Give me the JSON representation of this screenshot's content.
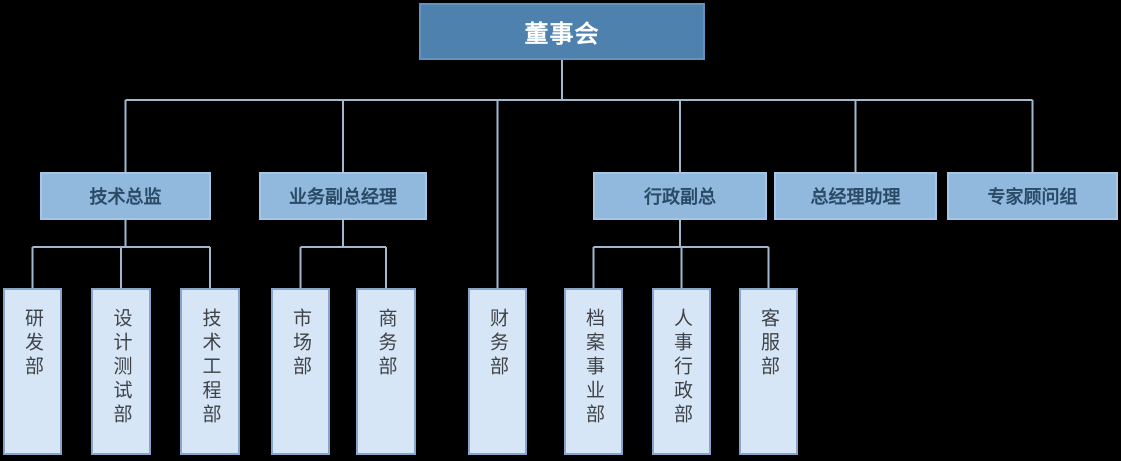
{
  "colors": {
    "canvas_bg": "#000000",
    "root_fill": "#4E81AD",
    "root_border": "#6293BE",
    "root_text": "#FFFFFF",
    "l2_fill": "#91B9DE",
    "l2_border": "#A7C6E6",
    "l2_text": "#2A4A66",
    "l3_fill": "#D7E6F7",
    "l3_border": "#86A5C9",
    "l3_text": "#3F4347",
    "line_color": "#A1B8CF"
  },
  "org": {
    "root": {
      "label": "董事会"
    },
    "level2": [
      {
        "id": "tech-director",
        "label": "技术总监",
        "reports_to": "董事会"
      },
      {
        "id": "business-deputy-gm",
        "label": "业务副总经理",
        "reports_to": "董事会"
      },
      {
        "id": "admin-deputy-gm",
        "label": "行政副总",
        "reports_to": "董事会"
      },
      {
        "id": "gm-assistant",
        "label": "总经理助理",
        "reports_to": "董事会"
      },
      {
        "id": "expert-advisory-group",
        "label": "专家顾问组",
        "reports_to": "董事会"
      }
    ],
    "level3": [
      {
        "id": "rd-dept",
        "label": "研发部",
        "reports_to": "技术总监"
      },
      {
        "id": "design-test-dept",
        "label": "设计测试部",
        "reports_to": "技术总监"
      },
      {
        "id": "tech-engineering-dept",
        "label": "技术工程部",
        "reports_to": "技术总监"
      },
      {
        "id": "marketing-dept",
        "label": "市场部",
        "reports_to": "业务副总经理"
      },
      {
        "id": "commerce-dept",
        "label": "商务部",
        "reports_to": "业务副总经理"
      },
      {
        "id": "finance-dept",
        "label": "财务部",
        "reports_to": "董事会"
      },
      {
        "id": "archives-dept",
        "label": "档案事业部",
        "reports_to": "行政副总"
      },
      {
        "id": "hr-admin-dept",
        "label": "人事行政部",
        "reports_to": "行政副总"
      },
      {
        "id": "customer-service-dept",
        "label": "客服部",
        "reports_to": "行政副总"
      }
    ]
  }
}
